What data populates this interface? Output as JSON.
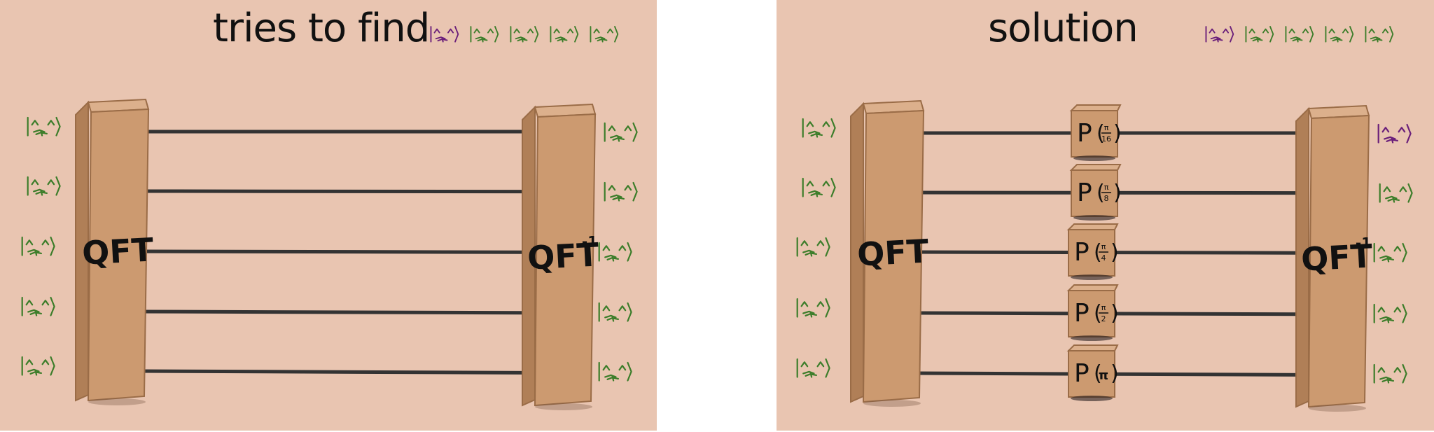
{
  "panels": [
    {
      "title": "tries to find",
      "target_state": [
        "|^_^⟩",
        "|^_^⟩",
        "|^_^⟩",
        "|^_^⟩",
        "|^_^⟩"
      ],
      "target_colors": [
        "purple",
        "green",
        "green",
        "green",
        "green"
      ],
      "input_kets": [
        "|^_^⟩",
        "|^_^⟩",
        "|^_^⟩",
        "|^_^⟩",
        "|^_^⟩"
      ],
      "output_kets": [
        "|^_^⟩",
        "|^_^⟩",
        "|^_^⟩",
        "|^_^⟩",
        "|^_^⟩"
      ],
      "output_colors": [
        "green",
        "green",
        "green",
        "green",
        "green"
      ],
      "qft_label": "QFT",
      "iqft_label": "QFT",
      "iqft_superscript": "-1",
      "phase_gates": []
    },
    {
      "title": "solution",
      "target_state": [
        "|^_^⟩",
        "|^_^⟩",
        "|^_^⟩",
        "|^_^⟩",
        "|^_^⟩"
      ],
      "target_colors": [
        "purple",
        "green",
        "green",
        "green",
        "green"
      ],
      "input_kets": [
        "|^_^⟩",
        "|^_^⟩",
        "|^_^⟩",
        "|^_^⟩",
        "|^_^⟩"
      ],
      "output_kets": [
        "|^_^⟩",
        "|^_^⟩",
        "|^_^⟩",
        "|^_^⟩",
        "|^_^⟩"
      ],
      "output_colors": [
        "purple",
        "green",
        "green",
        "green",
        "green"
      ],
      "qft_label": "QFT",
      "iqft_label": "QFT",
      "iqft_superscript": "-1",
      "phase_gates": [
        {
          "label": "P",
          "num": "π",
          "den": "16"
        },
        {
          "label": "P",
          "num": "π",
          "den": "8"
        },
        {
          "label": "P",
          "num": "π",
          "den": "4"
        },
        {
          "label": "P",
          "num": "π",
          "den": "2"
        },
        {
          "label": "P",
          "num": "π",
          "den": ""
        }
      ]
    }
  ],
  "colors": {
    "panel_bg": "#e9c5b1",
    "box_face": "#cc9a70",
    "box_side": "#b07f57",
    "box_top": "#dcb08c",
    "wire": "#333333",
    "ket_green": "#3c7d2a",
    "ket_purple": "#6a1f7a"
  }
}
